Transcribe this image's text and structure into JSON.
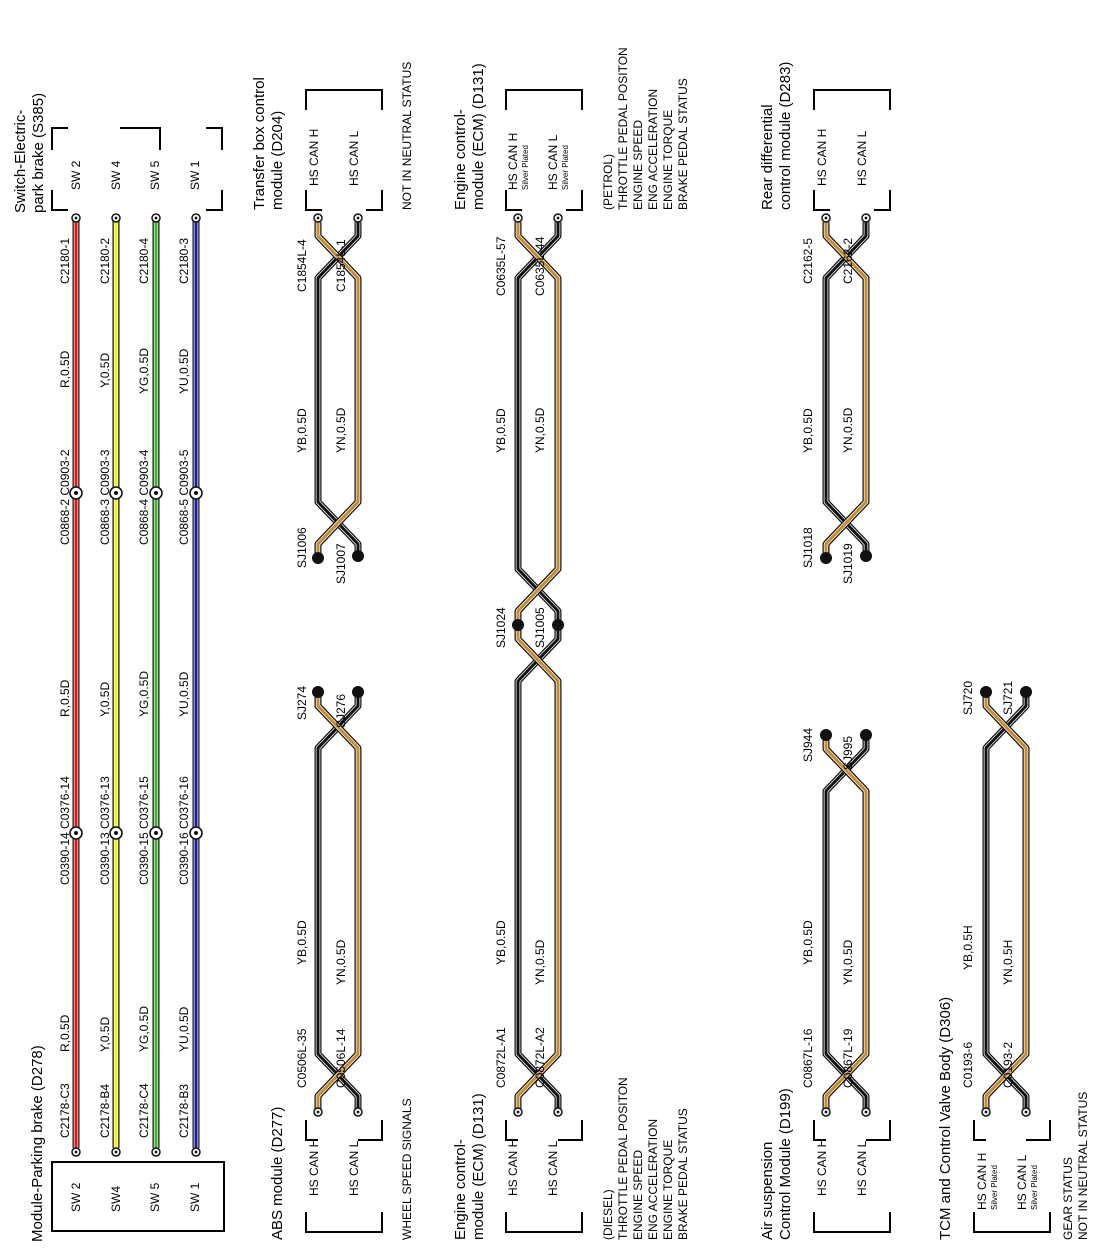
{
  "colors": {
    "red": "#ee1111",
    "yellow": "#f5f511",
    "green": "#33bb22",
    "blue": "#1a1aaa",
    "orange": "#c88a2a",
    "black": "#111111",
    "white": "#ffffff"
  },
  "modules": {
    "epb_switch": {
      "title1": "Switch-Electric-",
      "title2": "park brake (S385)",
      "pins": [
        "SW 2",
        "SW 4",
        "SW 5",
        "SW 1"
      ]
    },
    "epb_module": {
      "title": "Module-Parking brake (D278)",
      "pins": [
        "SW 2",
        "SW4",
        "SW 5",
        "SW 1"
      ]
    },
    "transfer": {
      "title1": "Transfer box control",
      "title2": "module (D204)",
      "pins": [
        "HS CAN H",
        "HS CAN L"
      ],
      "note": "NOT IN NEUTRAL STATUS"
    },
    "ecm_petrol": {
      "title1": "Engine control-",
      "title2": "module (ECM) (D131)",
      "pin_h": "HS CAN H",
      "pin_l": "HS CAN L",
      "plate": "Silver Plated",
      "notes": [
        "(PETROL)",
        "THROTTLE PEDAL POSITON",
        "ENGINE SPEED",
        "ENG ACCELERATION",
        "ENGINE TORQUE",
        "BRAKE PEDAL STATUS"
      ]
    },
    "rear_diff": {
      "title1": "Rear differential",
      "title2": "control module (D283)",
      "pins": [
        "HS CAN H",
        "HS CAN L"
      ]
    },
    "abs": {
      "title": "ABS module (D277)",
      "pins": [
        "HS CAN H",
        "HS CAN L"
      ],
      "note": "WHEEL SPEED SIGNALS"
    },
    "ecm_diesel": {
      "title1": "Engine control-",
      "title2": "module (ECM) (D131)",
      "pins": [
        "HS CAN H",
        "HS CAN L"
      ],
      "notes": [
        "(DIESEL)",
        "THROTTLE PEDAL POSITON",
        "ENGINE SPEED",
        "ENG ACCELERATION",
        "ENGINE TORQUE",
        "BRAKE PEDAL STATUS"
      ]
    },
    "air_susp": {
      "title1": "Air suspension",
      "title2": "Control Module (D199)",
      "pins": [
        "HS CAN H",
        "HS CAN L"
      ]
    },
    "tcm": {
      "title": "TCM and Control Valve Body (D306)",
      "pin_h": "HS CAN H",
      "pin_l": "HS CAN L",
      "plate": "Silver Plated",
      "notes": [
        "GEAR STATUS",
        "NOT IN NEUTRAL STATUS"
      ]
    }
  },
  "epb_circuits": [
    {
      "color": "red",
      "top_conn": "C2180-1",
      "top_wire": "R,0.5D",
      "inline1": "C0868-2 C0903-2",
      "mid_wire": "R,0.5D",
      "inline2": "C0390-14 C0376-14",
      "bot_wire": "R,0.5D",
      "bot_conn": "C2178-C3"
    },
    {
      "color": "yellow",
      "top_conn": "C2180-2",
      "top_wire": "Y,0.5D",
      "inline1": "C0868-3 C0903-3",
      "mid_wire": "Y,0.5D",
      "inline2": "C0390-13 C0376-13",
      "bot_wire": "Y,0.5D",
      "bot_conn": "C2178-B4"
    },
    {
      "color": "green",
      "top_conn": "C2180-4",
      "top_wire": "YG,0.5D",
      "inline1": "C0868-4 C0903-4",
      "mid_wire": "YG,0.5D",
      "inline2": "C0390-15 C0376-15",
      "bot_wire": "YG,0.5D",
      "bot_conn": "C2178-C4"
    },
    {
      "color": "blue",
      "top_conn": "C2180-3",
      "top_wire": "YU,0.5D",
      "inline1": "C0868-5 C0903-5",
      "mid_wire": "YU,0.5D",
      "inline2": "C0390-16 C0376-16",
      "bot_wire": "YU,0.5D",
      "bot_conn": "C2178-B3"
    }
  ],
  "can_top": {
    "transfer": {
      "conn_h": "C1854L-4",
      "conn_l": "C1854L-1",
      "wire_h": "YB,0.5D",
      "wire_l": "YN,0.5D",
      "splice_h": "SJ1006",
      "splice_l": "SJ1007"
    },
    "ecm": {
      "conn_h": "C0635L-57",
      "conn_l": "C0635L-44",
      "wire_h": "YB,0.5D",
      "wire_l": "YN,0.5D",
      "splice_h": "SJ1024",
      "splice_l": "SJ1005"
    },
    "rear_diff": {
      "conn_h": "C2162-5",
      "conn_l": "C2162-2",
      "wire_h": "YB,0.5D",
      "wire_l": "YN,0.5D",
      "splice_h": "SJ1018",
      "splice_l": "SJ1019"
    }
  },
  "can_bottom": {
    "abs": {
      "splice_h": "SJ274",
      "splice_l": "SJ276",
      "wire_h": "YB,0.5D",
      "wire_l": "YN,0.5D",
      "conn_h": "C0506L-35",
      "conn_l": "C0506L-14"
    },
    "ecm_diesel": {
      "wire_h": "YB,0.5D",
      "wire_l": "YN,0.5D",
      "conn_h": "C0872L-A1",
      "conn_l": "C0872L-A2"
    },
    "air_susp": {
      "splice_h": "SJ944",
      "splice_l": "SJ995",
      "wire_h": "YB,0.5D",
      "wire_l": "YN,0.5D",
      "conn_h": "C0867L-16",
      "conn_l": "C0867L-19"
    },
    "tcm": {
      "splice_h": "SJ720",
      "splice_l": "SJ721",
      "wire_h": "YB,0.5H",
      "wire_l": "YN,0.5H",
      "conn_h": "C0193-6",
      "conn_l": "C0193-2"
    }
  }
}
